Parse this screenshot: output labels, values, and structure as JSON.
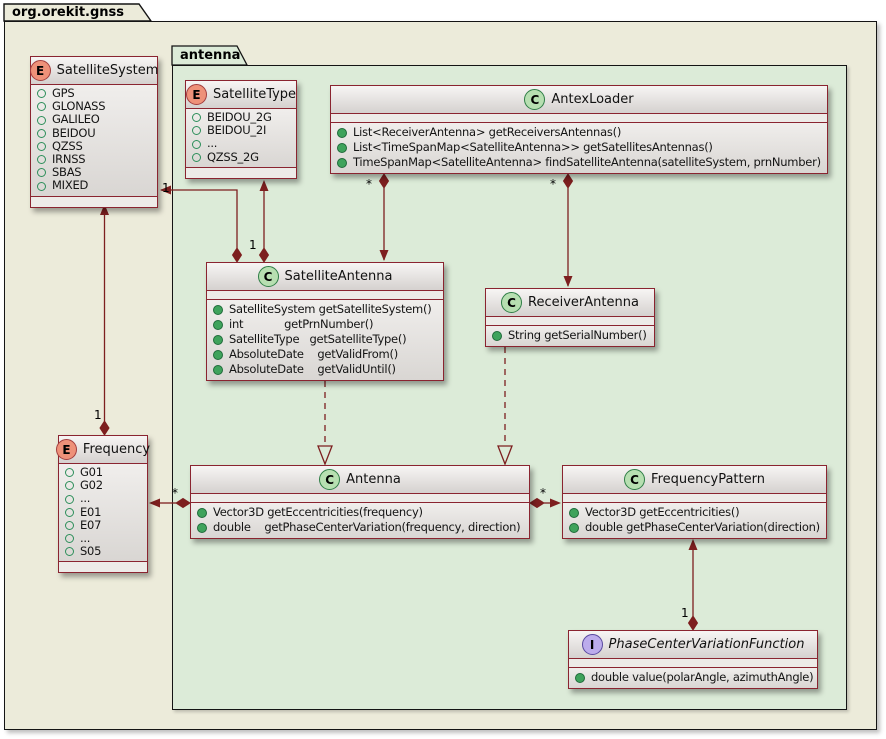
{
  "outer_package": {
    "name": "org.orekit.gnss"
  },
  "inner_package": {
    "name": "antenna"
  },
  "spots": {
    "enum": "E",
    "class": "C",
    "interface": "I"
  },
  "colors": {
    "outer_package_fill": "#ECEBDA",
    "inner_package_fill": "#DCEBD8",
    "box_border": "#8A2430",
    "line_color": "#7D1F1F",
    "enum_spot_fill": "#EE9179",
    "class_spot_fill": "#B7DFB1",
    "interface_spot_fill": "#BCACEC"
  },
  "classes": {
    "satellite_system": {
      "kind": "enum",
      "name": "SatelliteSystem",
      "members": [
        "GPS",
        "GLONASS",
        "GALILEO",
        "BEIDOU",
        "QZSS",
        "IRNSS",
        "SBAS",
        "MIXED"
      ]
    },
    "satellite_type": {
      "kind": "enum",
      "name": "SatelliteType",
      "members": [
        "BEIDOU_2G",
        "BEIDOU_2I",
        "...",
        "QZSS_2G"
      ]
    },
    "antex_loader": {
      "kind": "class",
      "name": "AntexLoader",
      "methods": [
        "List<ReceiverAntenna> getReceiversAntennas()",
        "List<TimeSpanMap<SatelliteAntenna>> getSatellitesAntennas()",
        "TimeSpanMap<SatelliteAntenna> findSatelliteAntenna(satelliteSystem, prnNumber)"
      ]
    },
    "satellite_antenna": {
      "kind": "class",
      "name": "SatelliteAntenna",
      "methods": [
        "SatelliteSystem getSatelliteSystem()",
        "int            getPrnNumber()",
        "SatelliteType   getSatelliteType()",
        "AbsoluteDate    getValidFrom()",
        "AbsoluteDate    getValidUntil()"
      ]
    },
    "receiver_antenna": {
      "kind": "class",
      "name": "ReceiverAntenna",
      "methods": [
        "String getSerialNumber()"
      ]
    },
    "frequency": {
      "kind": "enum",
      "name": "Frequency",
      "members": [
        "G01",
        "G02",
        "...",
        "E01",
        "E07",
        "...",
        "S05"
      ]
    },
    "antenna": {
      "kind": "class",
      "name": "Antenna",
      "methods": [
        "Vector3D getEccentricities(frequency)",
        "double    getPhaseCenterVariation(frequency, direction)"
      ]
    },
    "frequency_pattern": {
      "kind": "class",
      "name": "FrequencyPattern",
      "methods": [
        "Vector3D getEccentricities()",
        "double getPhaseCenterVariation(direction)"
      ]
    },
    "pcv_function": {
      "kind": "interface",
      "name": "PhaseCenterVariationFunction",
      "methods": [
        "double value(polarAngle, azimuthAngle)"
      ]
    }
  },
  "edge_labels": {
    "freq_to_satsys": "1",
    "satant_to_satsys": "1",
    "satant_to_sattype": "1",
    "antex_to_satant": "*",
    "antex_to_recant": "*",
    "antenna_to_freq": "*",
    "antenna_to_freqpattern": "*",
    "pcvf_to_freqpattern": "1"
  }
}
